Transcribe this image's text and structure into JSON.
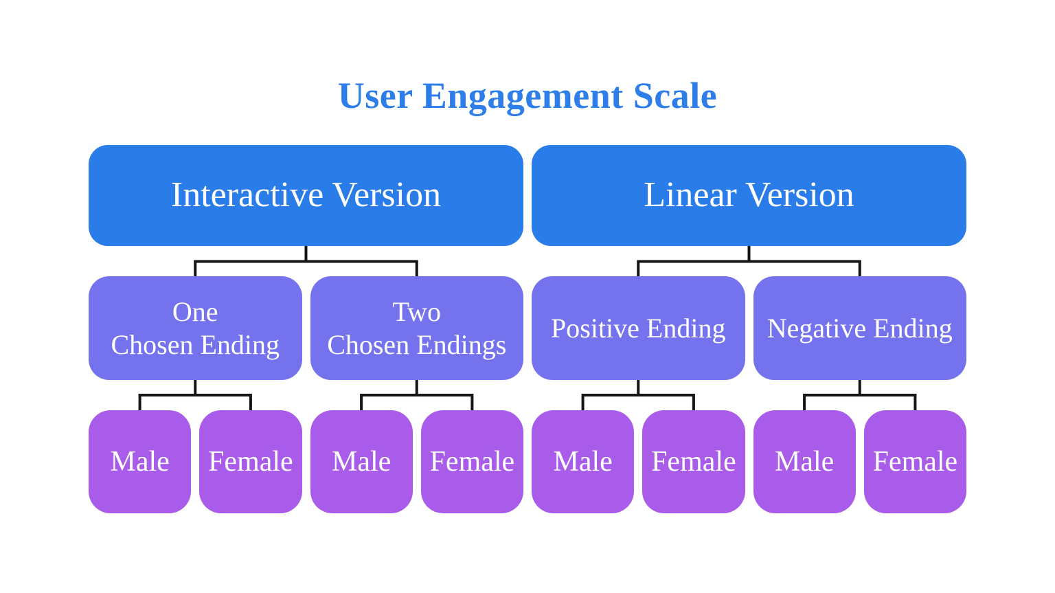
{
  "title": "User Engagement Scale",
  "palette": {
    "title_blue": "#2e7ee9",
    "level1_fill": "#2a7ce8",
    "level2_fill": "#7472ec",
    "level3_fill": "#a95bea",
    "node_text": "#ffffff",
    "connector": "#151515",
    "background": "#ffffff"
  },
  "hierarchy": {
    "children": [
      {
        "label": "Interactive Version",
        "children": [
          {
            "label": "One\nChosen Ending",
            "children": [
              {
                "label": "Male"
              },
              {
                "label": "Female"
              }
            ]
          },
          {
            "label": "Two\nChosen Endings",
            "children": [
              {
                "label": "Male"
              },
              {
                "label": "Female"
              }
            ]
          }
        ]
      },
      {
        "label": "Linear Version",
        "children": [
          {
            "label": "Positive Ending",
            "children": [
              {
                "label": "Male"
              },
              {
                "label": "Female"
              }
            ]
          },
          {
            "label": "Negative Ending",
            "children": [
              {
                "label": "Male"
              },
              {
                "label": "Female"
              }
            ]
          }
        ]
      }
    ]
  }
}
